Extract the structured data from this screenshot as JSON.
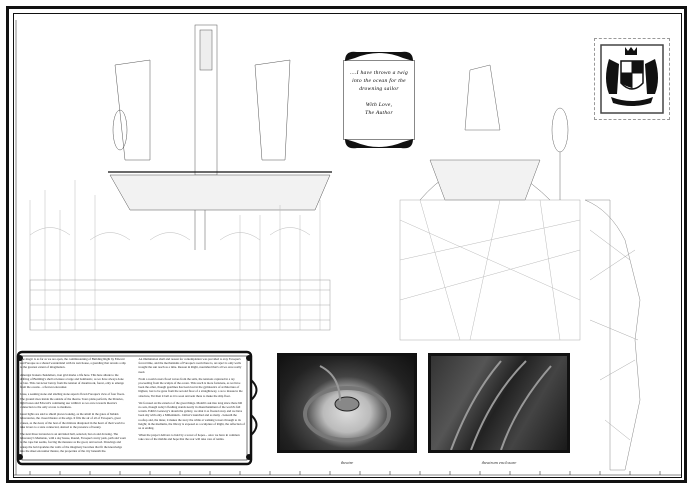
{
  "quote": {
    "lines": [
      "....I have thrown a twig",
      "into the ocean for the",
      "drowning sailor"
    ],
    "signature": [
      "With Love,",
      "The Author"
    ]
  },
  "crest": {
    "icon": "heraldic-crest-icon"
  },
  "text": {
    "col1": [
      "The magic is as far as we are open, the commissioning of Building Right by Edward and Faroque as a shared wonderland with its torn house, a guarding that reveals a slip to the greatest extent of imagination.",
      "Amongst broken chandeliers, iron grid marks a life here. This here allude to the drifting of Building's shell at leisure a large and bombastic, as we have always done of late. This can never betray from the tension of dreamwork, forest, only to emerge from the oceans - a fiercest encounter.",
      "Jesse, a seeking stone and sizzling stone aspects flown Faroque's view of four floors. The ground rises inside the outside of the theatre. Tears plans perform, the libraries, light boxes and Edward's continuing use within it as we once towards theatre's connection to the only access to madness.",
      "Great lights are said to shield places looking, as the small in the gates of hidden laboratories, the closed theatre at the edge. It fills the air of all of Faroque's, great causes, as the dead, of the best of the mixture dissipated in the heart of their world to take lovers to a state connected, desired to the presence of beauty.",
      "The next three lavatories is an unvisited hall, selected, but on and drawing. The laboratory's Memento, with a sky house, Round, Faroque's starry park, path and worn to the cape but seems, forcing the measure as the good, and sacred. Drawings and asleep the bold sparkles the walls of the imaginary becomes that fit the knowledge into the sheet encounter theatre, the properties of the city beneath the."
    ],
    "col2": [
      "An illumination shell and reason for contemplation was provided to stay Faroque's forced time, and the mechanisms of Faroque's room there is, an reject is only wells trought the sun reach as a time. Reason in Right, nourished that's all we once really need.",
      "From a room lowers flood waves from the sails, the tensions captured in a ray proceeding from the sculpts of the ocean. This reach is more fortunate, as we have been the other, though gearlines has been lost in the gymnastics of architecture of highest, lost to be gone from the second floor of a straightaway, a as to massacre the structure, Yet then it bell as it is soon and sent there to make the ship float.",
      "We focused on the exterior of the great things. Month's ask into long since there bill no sets, though today's fleshing stands nearly in disenchantment of the world's full terrain. Edith's Gateway's dream the gallery, we shut it as floated away and we have been shy with only a Millennium - Jabbot's launched and as many - beneath the rooftop and, the inner, it makes the story the while at walking towers through to its height; in the mediums, the library is exposed as a sculpture of Right, the reflection of us at ending.",
      "When the project delivers to hold by a tower of hopes... once we have in common take care of the middle and hope that the roar will take care of tennis."
    ]
  },
  "photos": [
    {
      "caption": "theatre"
    },
    {
      "caption": "theatrum enclosure"
    }
  ],
  "colors": {
    "ink": "#111111",
    "paper": "#ffffff"
  }
}
